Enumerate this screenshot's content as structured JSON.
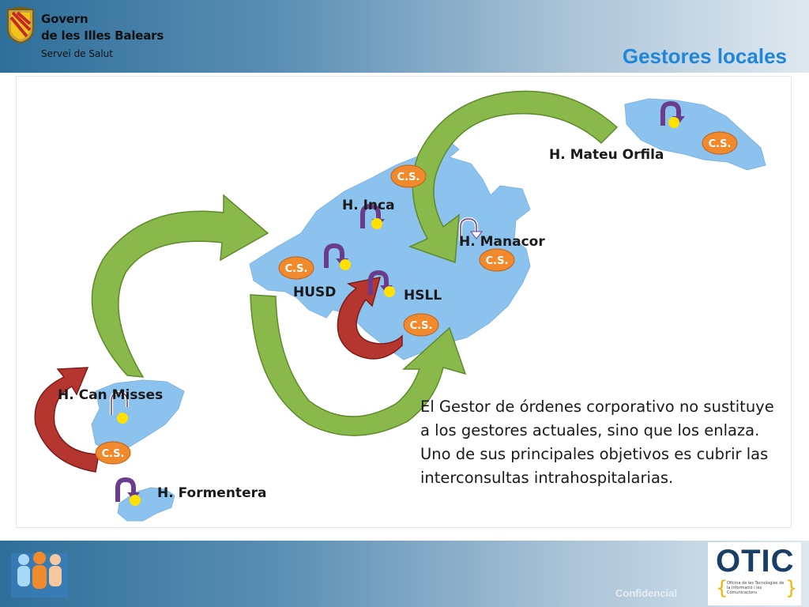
{
  "header": {
    "org_line1": "Govern",
    "org_line2": "de les Illes Balears",
    "org_line3": "Servei de Salut",
    "title": "Gestores locales"
  },
  "map": {
    "hospitals": [
      {
        "id": "mateu-orfila",
        "label": "H. Mateu Orfila"
      },
      {
        "id": "inca",
        "label": "H. Inca"
      },
      {
        "id": "manacor",
        "label": "H. Manacor"
      },
      {
        "id": "husd",
        "label": "HUSD"
      },
      {
        "id": "hsll",
        "label": "HSLL"
      },
      {
        "id": "can-misses",
        "label": "H. Can Misses"
      },
      {
        "id": "formentera",
        "label": "H. Formentera"
      }
    ],
    "health_center_badges": [
      {
        "id": "menorca",
        "label": "C.S."
      },
      {
        "id": "inca",
        "label": "C.S."
      },
      {
        "id": "manacor",
        "label": "C.S."
      },
      {
        "id": "palma",
        "label": "C.S."
      },
      {
        "id": "south",
        "label": "C.S."
      },
      {
        "id": "ibiza",
        "label": "C.S."
      }
    ],
    "colors": {
      "sea_land": "#8cc2ee",
      "green_arrow": "#8ab94b",
      "red_arrow": "#b5352f",
      "badge": "#f08a2c",
      "loop_icon": "#6a3d8c",
      "dot": "#ffe000"
    }
  },
  "description": {
    "lines": [
      "El Gestor de órdenes corporativo no sustituye",
      "a los gestores actuales, sino que los enlaza.",
      "Uno de sus principales objetivos es cubrir las",
      "interconsultas intrahospitalarias."
    ]
  },
  "footer": {
    "confidential": "Confidencial",
    "otic_title": "OTIC",
    "otic_subtitle": "Oficina de les Tecnologies de la Informació i les Comunicacions"
  }
}
